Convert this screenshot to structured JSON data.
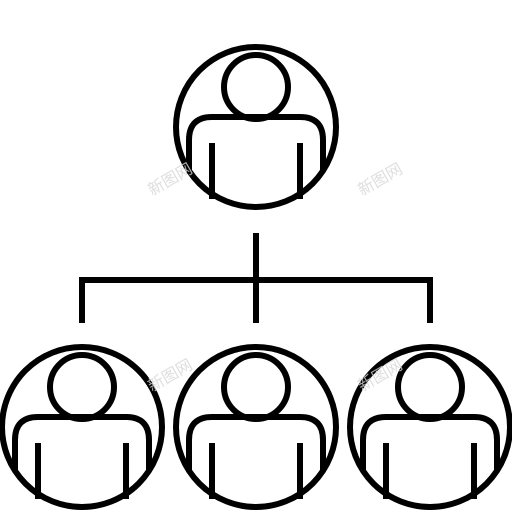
{
  "icon": {
    "name": "org-chart-icon",
    "stroke_color": "#000000",
    "background": "#ffffff",
    "nodes": [
      "top",
      "bottom-left",
      "bottom-center",
      "bottom-right"
    ]
  },
  "watermark": {
    "text": "新图网",
    "color": "#d6d6d6"
  }
}
